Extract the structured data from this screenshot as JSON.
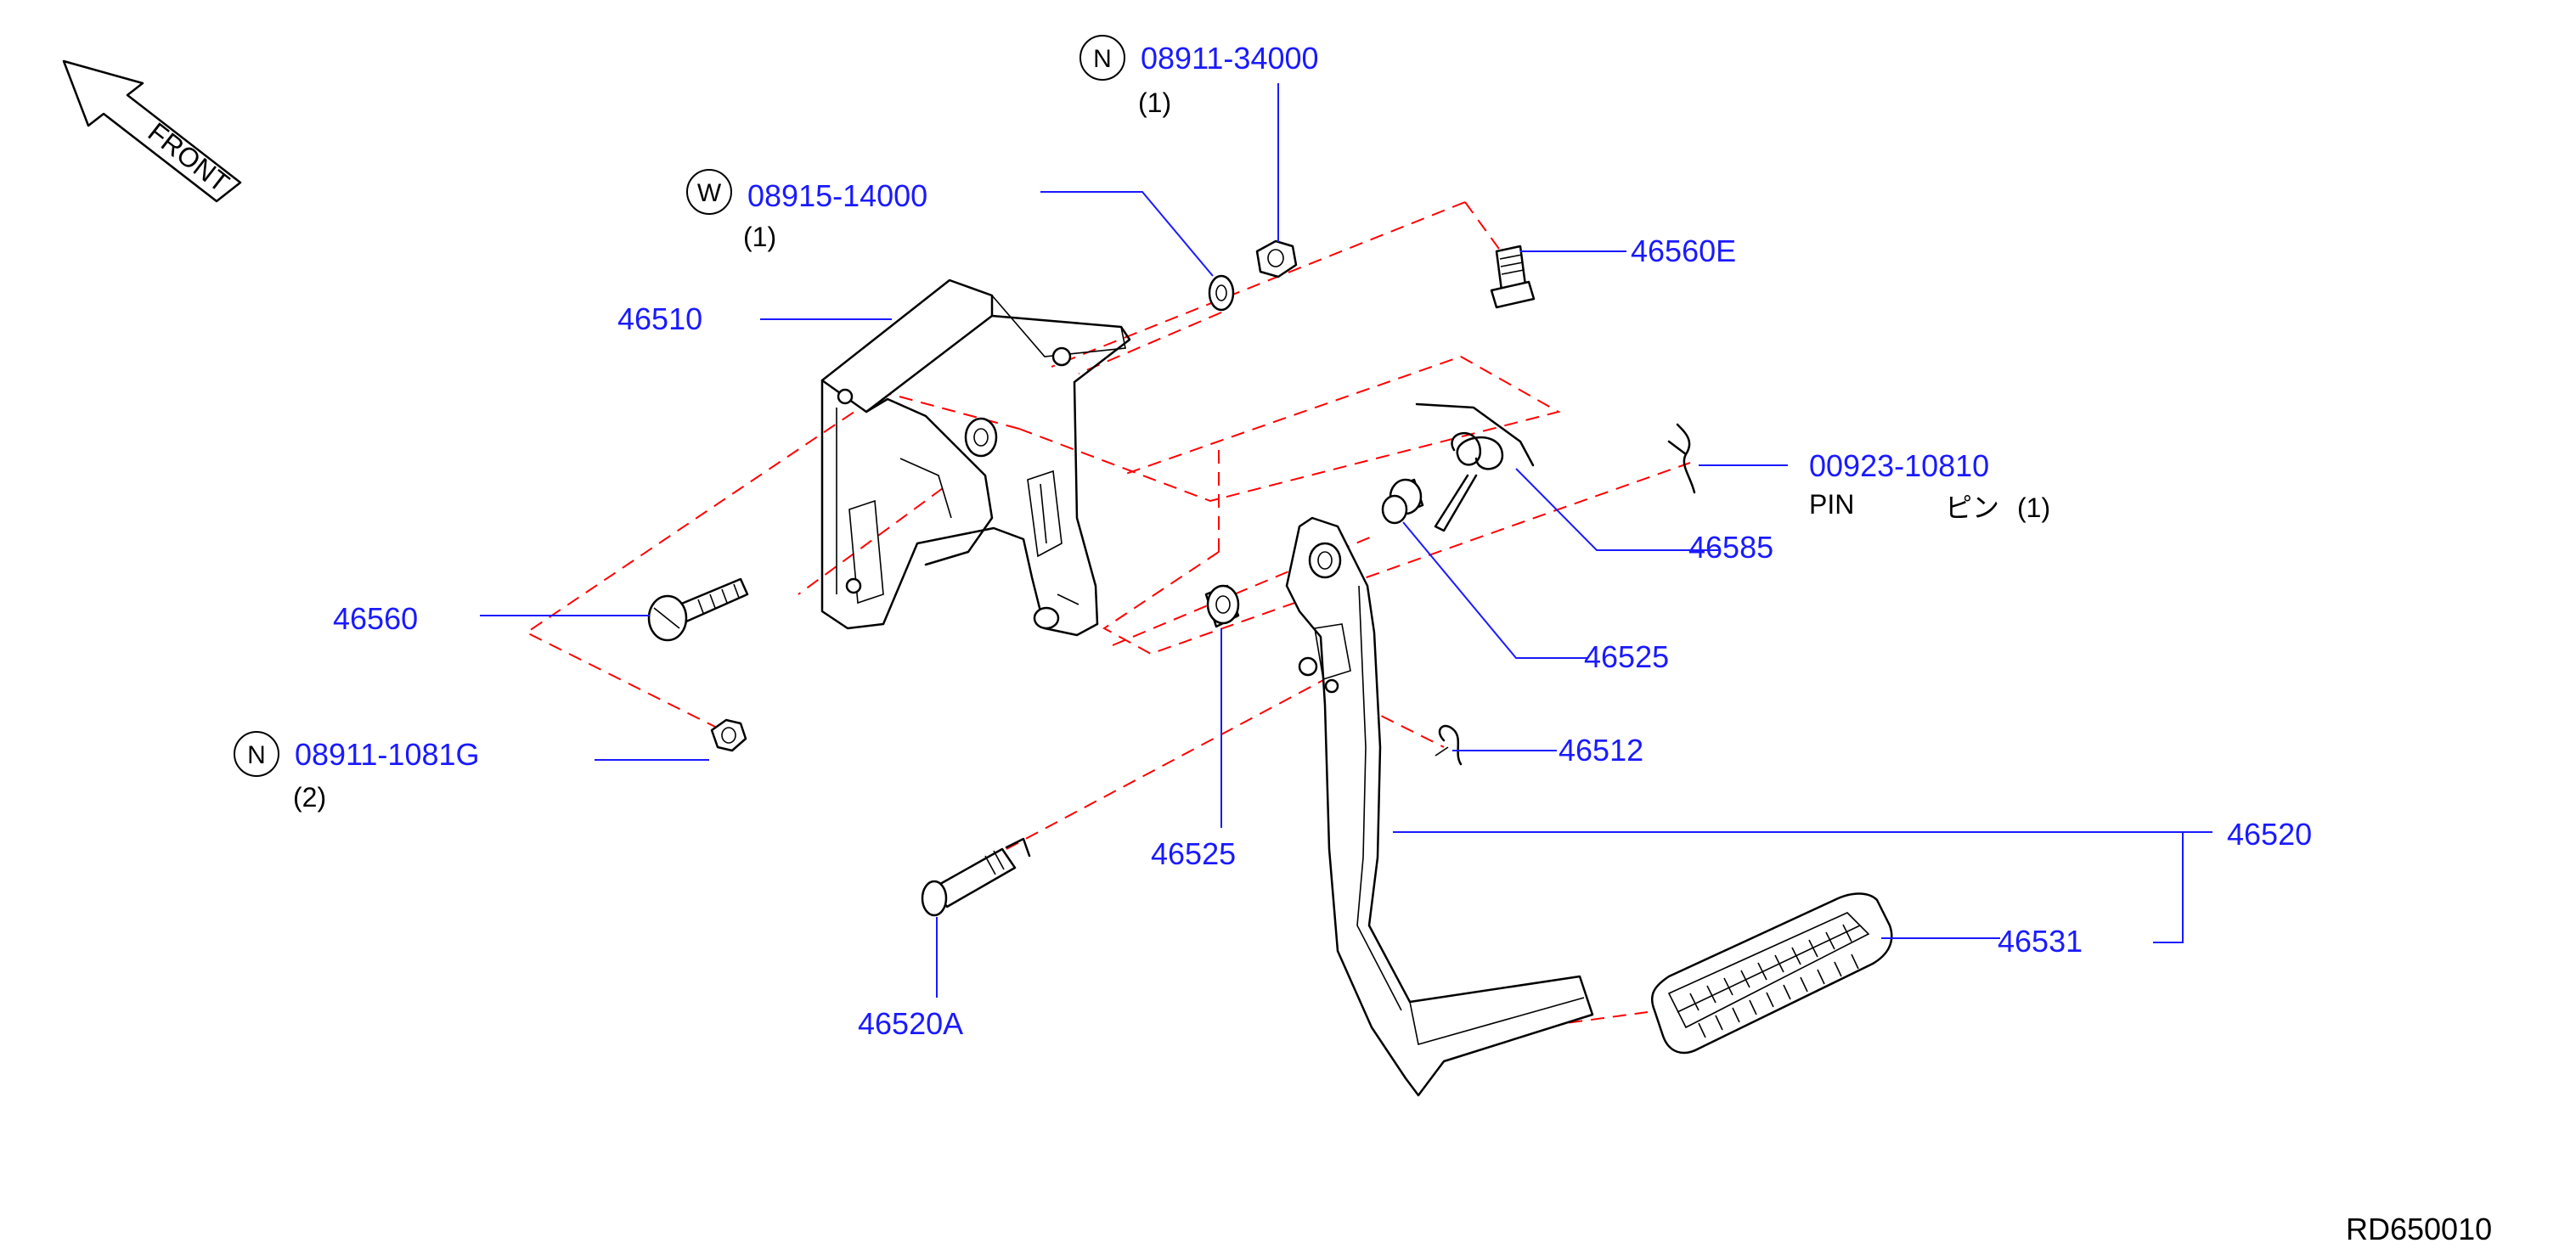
{
  "front_label": "FRONT",
  "reference_code": "RD650010",
  "callouts": {
    "n_34000": {
      "symbol": "N",
      "part_no": "08911-34000",
      "qty": "(1)"
    },
    "w_14000": {
      "symbol": "W",
      "part_no": "08915-14000",
      "qty": "(1)"
    },
    "n_1081g": {
      "symbol": "N",
      "part_no": "08911-1081G",
      "qty": "(2)"
    },
    "pin": {
      "part_no": "00923-10810",
      "name": "PIN",
      "name_jp": "ピン",
      "qty": "(1)"
    }
  },
  "parts": {
    "p46560E": "46560E",
    "p46510": "46510",
    "p46560": "46560",
    "p46585": "46585",
    "p46525_upper": "46525",
    "p46512": "46512",
    "p46520": "46520",
    "p46525_lower": "46525",
    "p46531": "46531",
    "p46520A": "46520A"
  },
  "colors": {
    "label_blue": "#1a1aff",
    "leader_blue": "#1a1aff",
    "exploded_red": "#ff0000",
    "linework_black": "#000000"
  }
}
